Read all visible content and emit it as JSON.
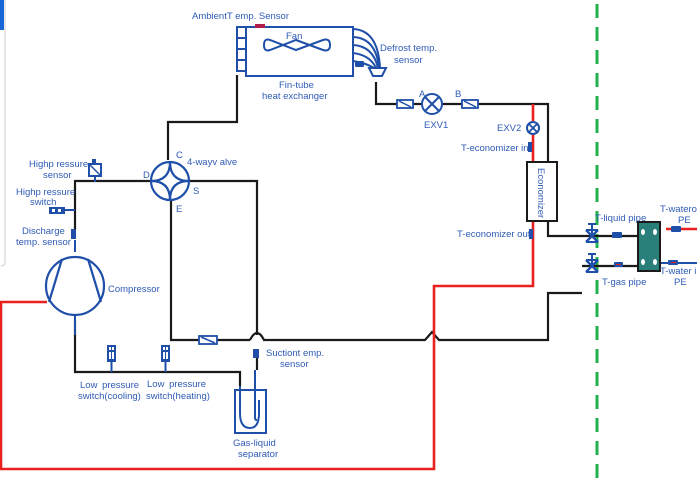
{
  "title": "Heat pump refrigerant circuit schematic",
  "colors": {
    "refrigerant_line": "#1a1a1a",
    "hot_water_line": "#e8201e",
    "component": "#1f4fa8",
    "boundary": "#22b14c",
    "plate_hx": "#2a7f7a"
  },
  "labels": {
    "ambient_sensor": "AmbientT emp. Sensor",
    "fan": "Fan",
    "fin_tube_1": "Fin-tube",
    "fin_tube_2": "heat exchanger",
    "defrost_1": "Defrost temp.",
    "defrost_2": "sensor",
    "port_a": "A",
    "port_b": "B",
    "exv1": "EXV1",
    "exv2": "EXV2",
    "t_econ_in": "T-economizer in",
    "economizer": "Economizer",
    "t_econ_out": "T-economizer out",
    "valve_c": "C",
    "valve_d": "D",
    "valve_s": "S",
    "valve_e": "E",
    "four_way": "4-wayv alve",
    "hp_sensor_1": "Highp ressure",
    "hp_sensor_2": "sensor",
    "hp_switch_1": "Highp ressure",
    "hp_switch_2": "switch",
    "discharge_1": "Discharge",
    "discharge_2": "temp. sensor",
    "compressor": "Compressor",
    "lp_cool_1": "Low  pressure",
    "lp_cool_2": "switch(cooling)",
    "lp_heat_1": "Low  pressure",
    "lp_heat_2": "switch(heating)",
    "suction_1": "Suctiont emp.",
    "suction_2": "sensor",
    "separator_1": "Gas-liquid",
    "separator_2": "separator",
    "t_liquid": "T-liquid pipe",
    "t_gas": "T-gas pipe",
    "t_water_out_1": "T-watero",
    "t_water_out_2": "PE",
    "t_water_in_1": "T-water in",
    "t_water_in_2": "PE"
  }
}
